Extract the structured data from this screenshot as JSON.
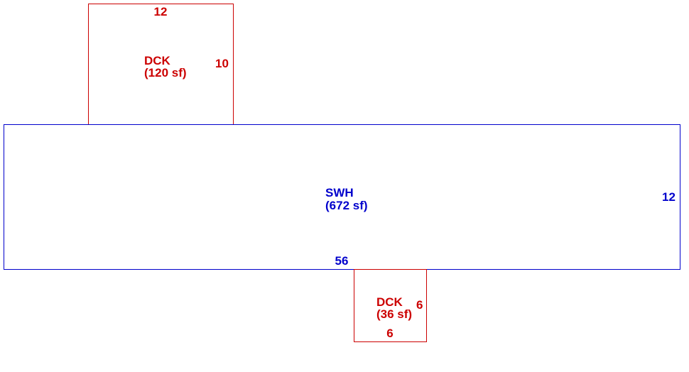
{
  "colors": {
    "main": "#0000cc",
    "deck": "#cc0000",
    "background": "#ffffff"
  },
  "areas": {
    "main": {
      "code": "SWH",
      "area_label": "(672 sf)",
      "width": 56,
      "depth": 12,
      "width_label": "56",
      "depth_label": "12"
    },
    "deck_top": {
      "code": "DCK",
      "area_label": "(120 sf)",
      "width": 12,
      "depth": 10,
      "width_label": "12",
      "depth_label": "10"
    },
    "deck_bottom": {
      "code": "DCK",
      "area_label": "(36 sf)",
      "width": 6,
      "depth": 6,
      "width_label": "6",
      "depth_label": "6"
    }
  }
}
